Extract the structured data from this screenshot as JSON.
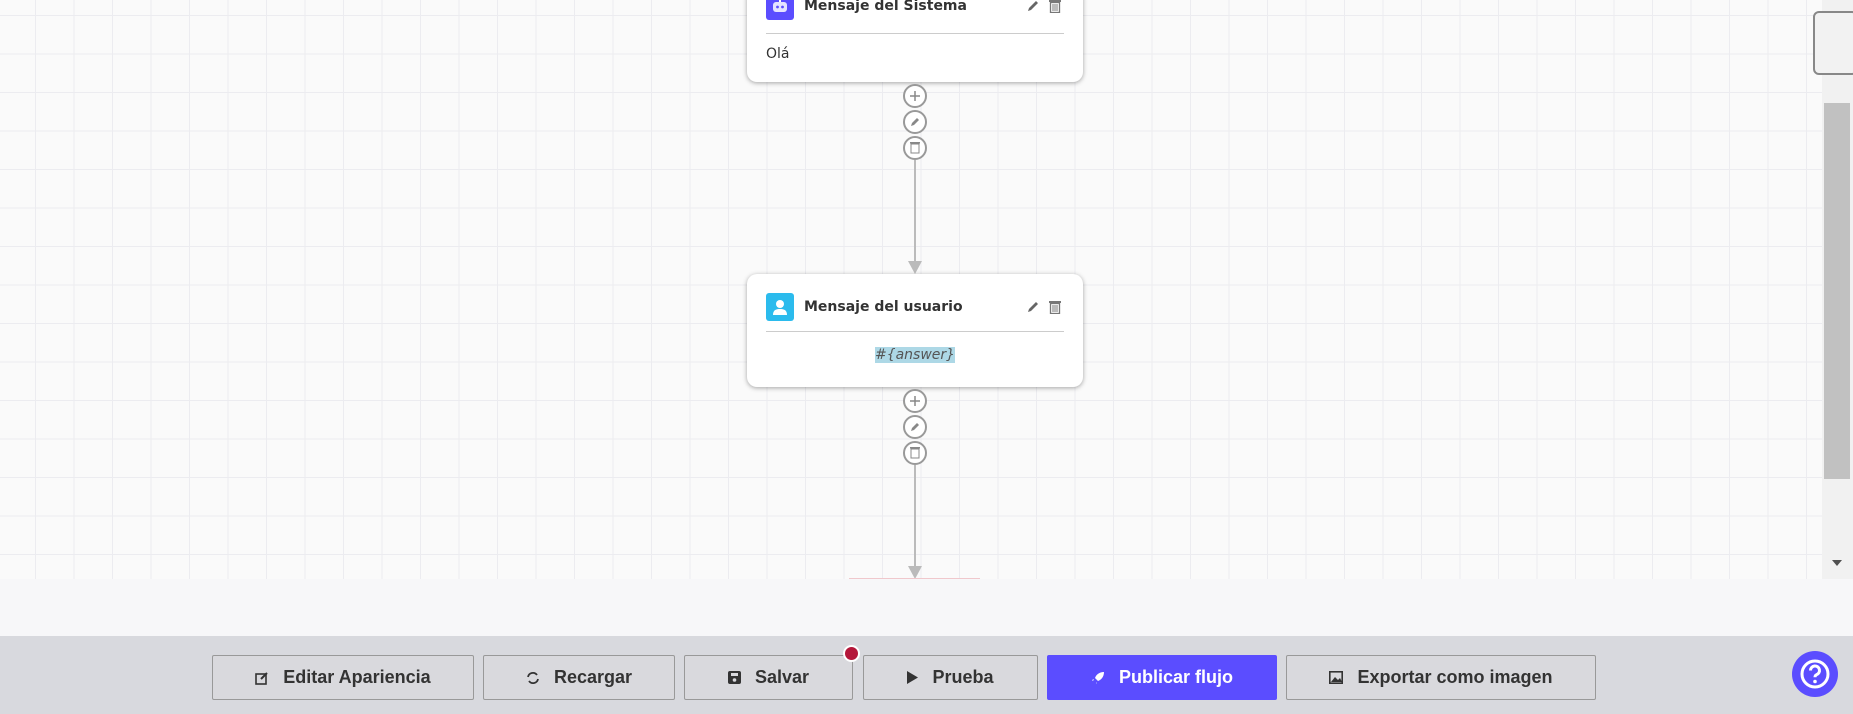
{
  "nodes": [
    {
      "title": "Mensaje del Sistema",
      "body": "Olá",
      "icon": "robot-icon",
      "icon_color": "#5b4dff"
    },
    {
      "title": "Mensaje del usuario",
      "body": "#{answer}",
      "icon": "user-icon",
      "icon_color": "#2bbbed"
    }
  ],
  "toolbar": {
    "edit_appearance": "Editar Apariencia",
    "reload": "Recargar",
    "save": "Salvar",
    "test": "Prueba",
    "publish": "Publicar flujo",
    "export": "Exportar como imagen"
  },
  "colors": {
    "accent": "#5b4dff",
    "unsaved_badge": "#b4173a"
  }
}
